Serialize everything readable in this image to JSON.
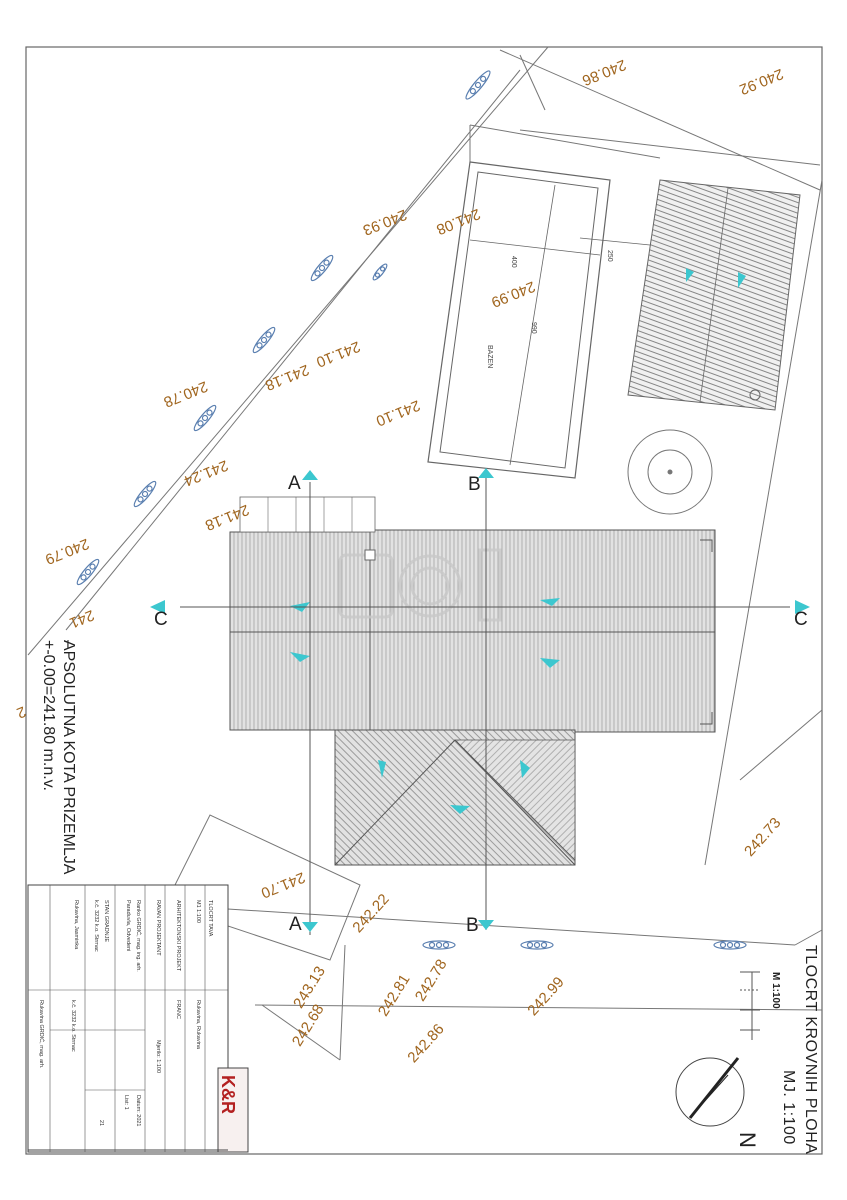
{
  "drawing": {
    "title": "TLOCRT KROVNIH PLOHA",
    "scale_label": "MJ. 1:100",
    "bar_scale_label": "M 1:100",
    "north_label": "N",
    "absolute_level_line1": "APSOLUTNA KOTA PRIZEMLJA",
    "absolute_level_line2": "+-0.00=241.80 m.n.v.",
    "pool_label": "BAZEN",
    "pool_dim_a": "400",
    "pool_dim_b": "250",
    "pool_dim_c": "990",
    "section_labels": [
      "A",
      "A",
      "B",
      "B",
      "C",
      "C"
    ]
  },
  "elevations": [
    "240.86",
    "240.92",
    "240.93",
    "241.08",
    "240.99",
    "241.10",
    "241.18",
    "240.78",
    "241.10",
    "241.24",
    "241.18",
    "240.79",
    "241",
    "2",
    "242.73",
    "241.70",
    "242.22",
    "243.13",
    "242.68",
    "242.81",
    "242.78",
    "242.99",
    "242.86"
  ],
  "title_block": {
    "logo": "K&R",
    "lines": [
      "TLOCRT TAVA",
      "M1 1:100",
      "ARHITEKTONSKI PROJEKT",
      "RAVAN PROJEKTANT",
      "Ranko GRDIĆ, mag. ing. arh.",
      "Paraduvla, Odvedeni",
      "STAN GRADNJE",
      "k.č. 3232 k.o. Strmac",
      "Rukavina, Jasminka",
      "Datum: 2021",
      "List: 1",
      "21",
      "Rukavina, Rukavina",
      "FRANC",
      "Mjerilo: 1:100",
      "k.č. 3232 k.o. Strmac",
      "Rukavina GRDIĆ, mag. arh."
    ]
  }
}
